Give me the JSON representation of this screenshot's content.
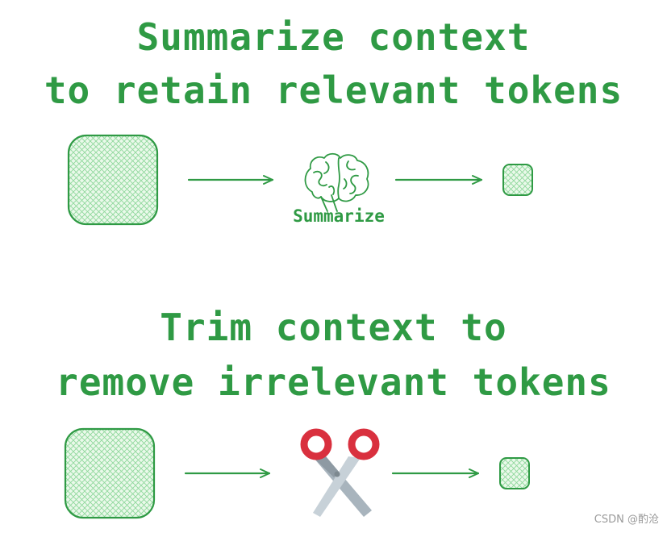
{
  "sections": [
    {
      "title_line1": "Summarize context",
      "title_line2": "to retain relevant tokens",
      "step_label": "Summarize",
      "step_icon": "brain-icon"
    },
    {
      "title_line1": "Trim context to",
      "title_line2": "remove irrelevant tokens",
      "step_icon": "scissors-icon"
    }
  ],
  "watermark": "CSDN @酌沧",
  "colors": {
    "green": "#2f9a44",
    "fill": "#d6f3d6",
    "scissors_handle": "#d9303e",
    "blade": "#a8b4bd"
  }
}
